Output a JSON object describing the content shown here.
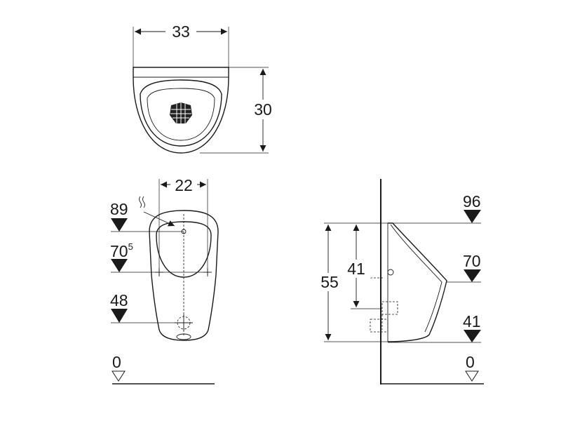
{
  "top_view": {
    "width_dim": "33",
    "depth_dim": "30"
  },
  "front_view": {
    "width_dim": "22",
    "level_inlet": "89",
    "level_fixing_main": "70",
    "level_fixing_sup": "5",
    "level_outlet": "48",
    "level_floor": "0"
  },
  "side_view": {
    "height_total": "55",
    "height_fixing": "41",
    "level_top": "96",
    "level_mid": "70",
    "level_bottom": "41",
    "level_floor": "0"
  }
}
